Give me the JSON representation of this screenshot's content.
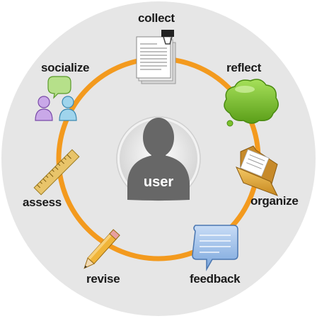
{
  "center": {
    "label": "user"
  },
  "steps": [
    {
      "id": "collect",
      "label": "collect",
      "icon": "clipped-document-icon"
    },
    {
      "id": "reflect",
      "label": "reflect",
      "icon": "green-thought-cloud-icon"
    },
    {
      "id": "organize",
      "label": "organize",
      "icon": "open-folder-icon"
    },
    {
      "id": "feedback",
      "label": "feedback",
      "icon": "speech-bubble-icon"
    },
    {
      "id": "revise",
      "label": "revise",
      "icon": "pencil-icon"
    },
    {
      "id": "assess",
      "label": "assess",
      "icon": "ruler-icon"
    },
    {
      "id": "socialize",
      "label": "socialize",
      "icon": "people-chat-icon"
    }
  ],
  "colors": {
    "outer_disc": "#e6e6e6",
    "ring": "#f39a1e",
    "center_badge": "#676767",
    "cloud": "#7cc22e",
    "folder": "#d9a13a",
    "bubble": "#8fb6e6",
    "pencil": "#f0b53a"
  }
}
